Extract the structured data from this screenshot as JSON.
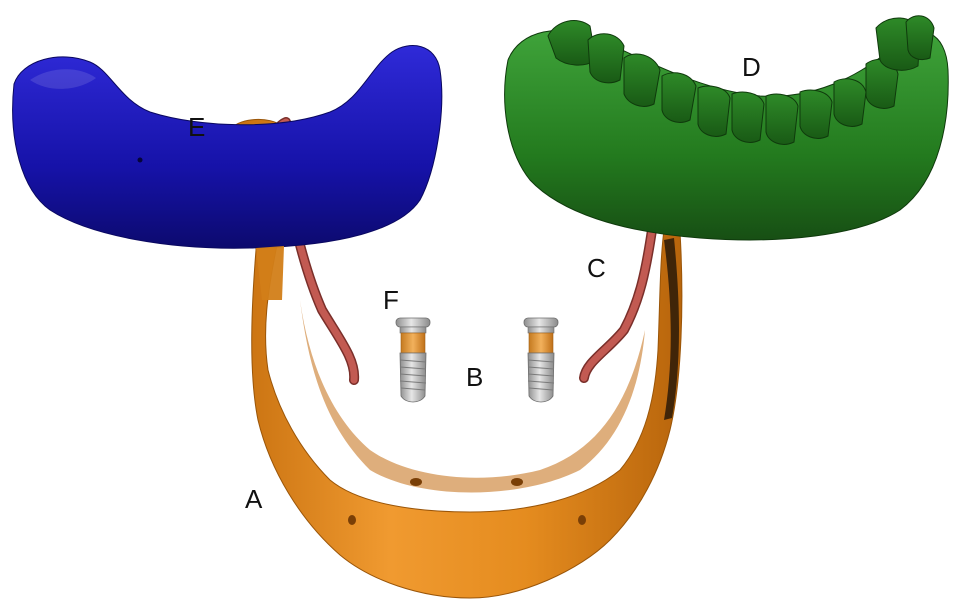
{
  "labels": {
    "a": "A",
    "b": "B",
    "c": "C",
    "d": "D",
    "e": "E",
    "f": "F"
  },
  "colors": {
    "mandible": "#e08a1e",
    "nerve": "#c25a52",
    "upper_guide": "#1c18b4",
    "lower_guide": "#237a1e",
    "implant_metal": "#b8b8b8",
    "implant_collar": "#e6a04a"
  }
}
